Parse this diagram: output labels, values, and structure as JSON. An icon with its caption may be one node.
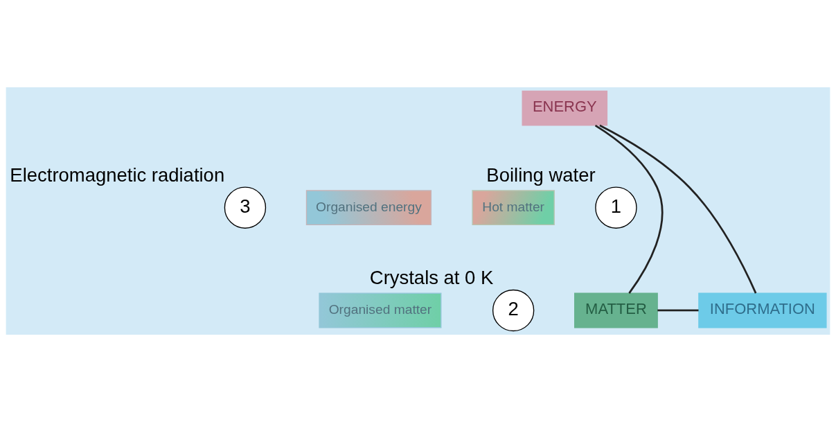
{
  "diagram": {
    "nodes": [
      {
        "text": [
          "ENERGY"
        ]
      },
      {
        "text": [
          "3"
        ],
        "beside": [
          "Electromagnetic radiation"
        ]
      },
      {
        "text": [
          "Organised energy"
        ]
      },
      {
        "text": [
          "Hot matter"
        ]
      },
      {
        "text": [
          "1"
        ],
        "beside": [
          "Boiling water"
        ]
      },
      {
        "text": [
          "INFORMATION"
        ]
      },
      {
        "text": [
          "Organised matter"
        ]
      },
      {
        "text": [
          "2"
        ],
        "beside": [
          "Crystals at 0 K"
        ]
      },
      {
        "text": [
          "MATTER"
        ]
      }
    ],
    "edges": [
      {
        "from": 0,
        "to": 8,
        "arrow": "none"
      },
      {
        "from": 8,
        "to": 5,
        "arrow": "none"
      },
      {
        "from": 5,
        "to": 0,
        "arrow": "none"
      }
    ]
  }
}
